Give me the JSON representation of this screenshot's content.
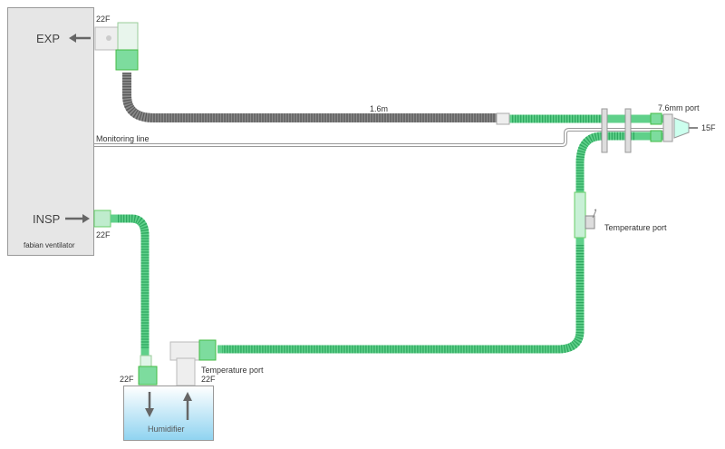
{
  "ventilator": {
    "name": "fabian ventilator",
    "exp": "EXP",
    "insp": "INSP"
  },
  "labels": {
    "exp_connector": "22F",
    "insp_connector": "22F",
    "tube_length": "1.6m",
    "monitoring_line": "Monitoring line",
    "port_76": "7.6mm port",
    "patient_connector": "15F",
    "temperature_port_upper": "Temperature port",
    "temperature_port_lower": "Temperature port",
    "humidifier_in": "22F",
    "humidifier_out": "22F"
  },
  "humidifier": {
    "name": "Humidifier"
  },
  "colors": {
    "tube_green": "#5fd08a",
    "tube_gray": "#8a8a8a",
    "ventilator_fill": "#e6e6e6",
    "humidifier_water": "#8fd3f0"
  }
}
